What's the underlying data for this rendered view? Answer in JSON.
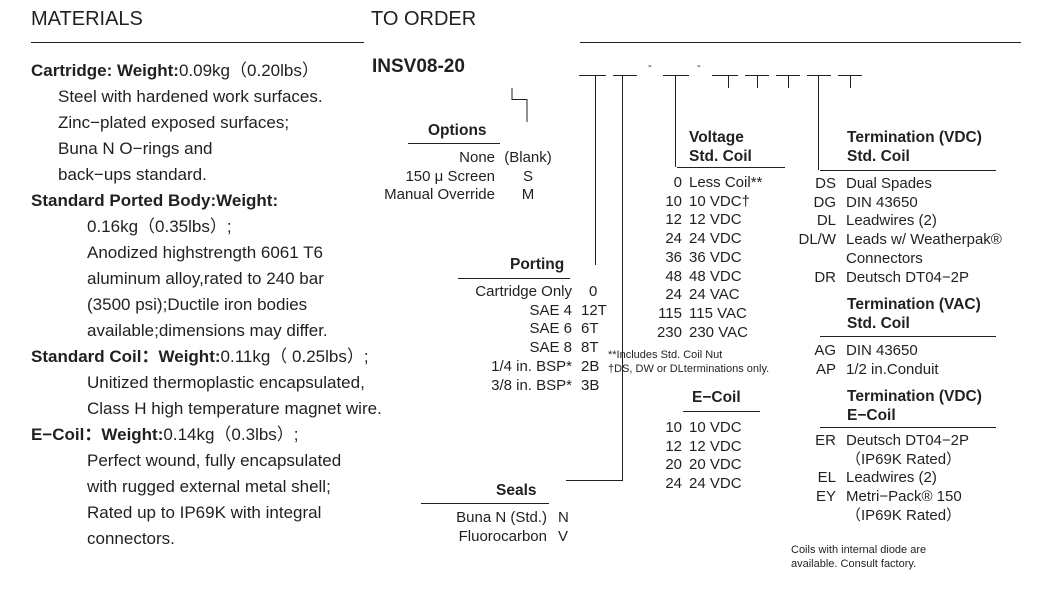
{
  "headers": {
    "materials": "MATERIALS",
    "to_order": "TO ORDER"
  },
  "materials": {
    "cartridge": {
      "label": "Cartridge: Weight:",
      "weight": "0.09kg（0.20lbs）",
      "lines": [
        "Steel with hardened work surfaces.",
        "Zinc−plated exposed surfaces;",
        "Buna N O−rings and",
        "back−ups standard."
      ]
    },
    "body": {
      "label": "Standard Ported Body:Weight:",
      "lines": [
        "0.16kg（0.35lbs）;",
        "Anodized highstrength 6061 T6",
        "aluminum alloy,rated to 240 bar",
        "(3500 psi);Ductile iron bodies",
        "available;dimensions may differ."
      ]
    },
    "std_coil": {
      "label": "Standard Coil：Weight:",
      "weight": "0.11kg（ 0.25lbs）;",
      "lines": [
        "Unitized thermoplastic encapsulated,",
        "Class H high temperature magnet wire."
      ]
    },
    "e_coil": {
      "label": "E−Coil：Weight:",
      "weight": "0.14kg（0.3lbs）;",
      "lines": [
        "Perfect wound, fully encapsulated",
        "with rugged external metal shell;",
        "Rated up to IP69K with integral",
        "connectors."
      ]
    }
  },
  "model": "INSV08-20",
  "options": {
    "title": "Options",
    "items": [
      {
        "name": "None",
        "code": "(Blank)"
      },
      {
        "name": "150 μ  Screen",
        "code": "S"
      },
      {
        "name": "Manual Override",
        "code": "M"
      }
    ]
  },
  "porting": {
    "title": "Porting",
    "items": [
      {
        "name": "Cartridge Only",
        "code": "0"
      },
      {
        "name": "SAE 4",
        "code": "12T"
      },
      {
        "name": "SAE 6",
        "code": "6T"
      },
      {
        "name": "SAE 8",
        "code": "8T"
      },
      {
        "name": "1/4 in. BSP*",
        "code": "2B"
      },
      {
        "name": "3/8 in. BSP*",
        "code": "3B"
      }
    ]
  },
  "seals": {
    "title": "Seals",
    "items": [
      {
        "name": "Buna N (Std.)",
        "code": "N"
      },
      {
        "name": "Fluorocarbon",
        "code": "V"
      }
    ]
  },
  "voltage": {
    "title1": "Voltage",
    "title2": "Std. Coil",
    "items": [
      {
        "code": "0",
        "name": "Less Coil**"
      },
      {
        "code": "10",
        "name": "10 VDC†"
      },
      {
        "code": "12",
        "name": "12 VDC"
      },
      {
        "code": "24",
        "name": "24 VDC"
      },
      {
        "code": "36",
        "name": "36 VDC"
      },
      {
        "code": "48",
        "name": "48 VDC"
      },
      {
        "code": "24",
        "name": "24 VAC"
      },
      {
        "code": "115",
        "name": "115 VAC"
      },
      {
        "code": "230",
        "name": "230 VAC"
      }
    ],
    "note1": "**Includes Std. Coil Nut",
    "note2": "†DS, DW or DLterminations only."
  },
  "ecoil": {
    "title": "E−Coil",
    "items": [
      {
        "code": "10",
        "name": "10 VDC"
      },
      {
        "code": "12",
        "name": "12 VDC"
      },
      {
        "code": "20",
        "name": "20 VDC"
      },
      {
        "code": "24",
        "name": "24 VDC"
      }
    ]
  },
  "term_vdc": {
    "title1": "Termination (VDC)",
    "title2": "Std. Coil",
    "items": [
      {
        "code": "DS",
        "name": "Dual Spades"
      },
      {
        "code": "DG",
        "name": "DIN 43650"
      },
      {
        "code": "DL",
        "name": "Leadwires (2)"
      },
      {
        "code": "DL/W",
        "name": "Leads w/ Weatherpak®"
      },
      {
        "code": "",
        "name": "Connectors"
      },
      {
        "code": "DR",
        "name": "Deutsch DT04−2P"
      }
    ]
  },
  "term_vac": {
    "title1": "Termination (VAC)",
    "title2": "Std. Coil",
    "items": [
      {
        "code": "AG",
        "name": "DIN 43650"
      },
      {
        "code": "AP",
        "name": "1/2 in.Conduit"
      }
    ]
  },
  "term_ecoil": {
    "title1": "Termination (VDC)",
    "title2": "E−Coil",
    "items": [
      {
        "code": "ER",
        "name": "Deutsch DT04−2P"
      },
      {
        "code": "",
        "name": "（IP69K Rated）"
      },
      {
        "code": "EL",
        "name": "Leadwires (2)"
      },
      {
        "code": "EY",
        "name": "Metri−Pack® 150"
      },
      {
        "code": "",
        "name": "（IP69K Rated）"
      }
    ]
  },
  "footer_note": [
    "Coils with internal diode are",
    "available. Consult factory."
  ]
}
